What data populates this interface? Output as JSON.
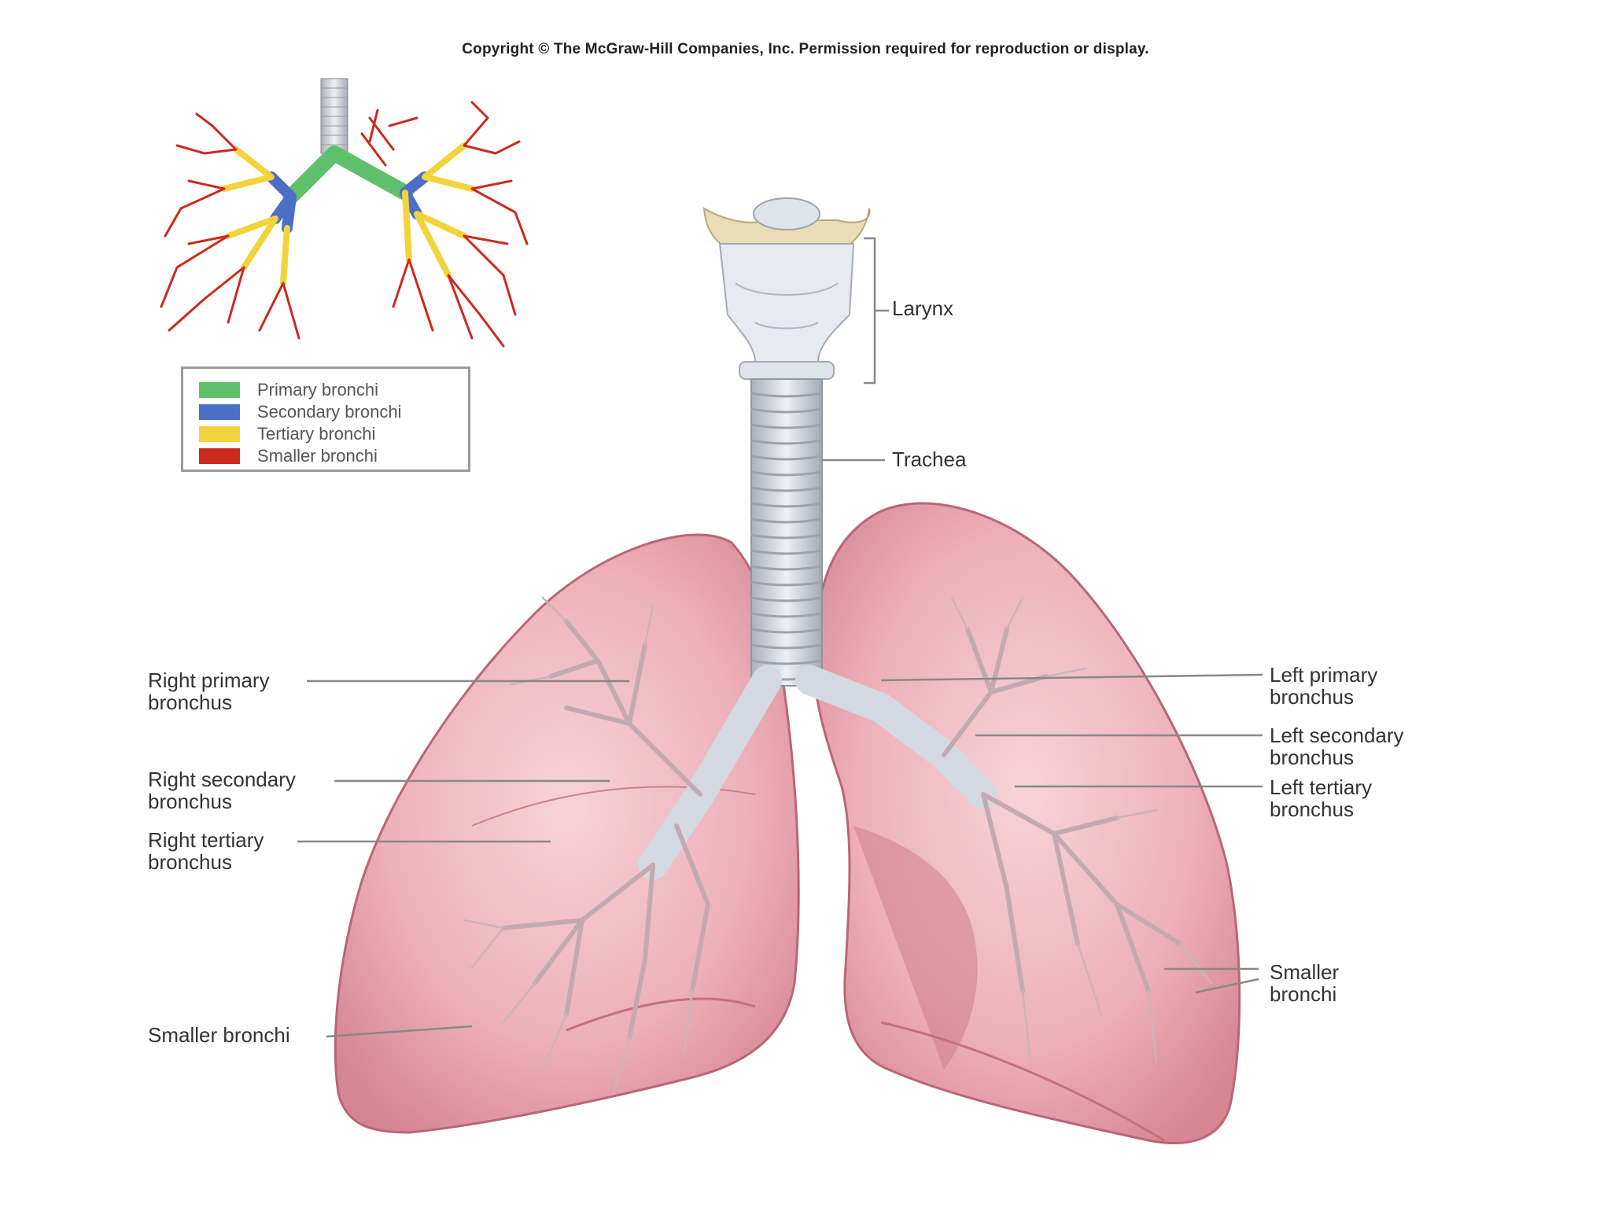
{
  "copyright": "Copyright © The McGraw-Hill Companies, Inc. Permission required for reproduction or display.",
  "legend": [
    {
      "label": "Primary bronchi",
      "color": "#5fbf6a"
    },
    {
      "label": "Secondary bronchi",
      "color": "#4a6fc4"
    },
    {
      "label": "Tertiary bronchi",
      "color": "#f2d33c"
    },
    {
      "label": "Smaller bronchi",
      "color": "#cc2a1c"
    }
  ],
  "labels": {
    "larynx": {
      "l1": "Larynx"
    },
    "trachea": {
      "l1": "Trachea"
    },
    "right_primary": {
      "l1": "Right primary",
      "l2": "bronchus"
    },
    "right_secondary": {
      "l1": "Right secondary",
      "l2": "bronchus"
    },
    "right_tertiary": {
      "l1": "Right tertiary",
      "l2": "bronchus"
    },
    "right_smaller": {
      "l1": "Smaller bronchi"
    },
    "left_primary": {
      "l1": "Left primary",
      "l2": "bronchus"
    },
    "left_secondary": {
      "l1": "Left secondary",
      "l2": "bronchus"
    },
    "left_tertiary": {
      "l1": "Left tertiary",
      "l2": "bronchus"
    },
    "left_smaller": {
      "l1": "Smaller",
      "l2": "bronchi"
    }
  },
  "colors": {
    "lung": "#e9a1ad",
    "lung_shadow": "#c4707f",
    "airway": "#d9dde4",
    "leader": "#888888"
  }
}
